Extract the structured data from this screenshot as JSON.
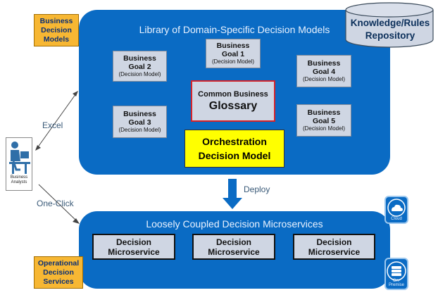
{
  "upper_panel": {
    "title": "Library of Domain-Specific Decision Models"
  },
  "tags": {
    "business_decision_models": [
      "Business",
      "Decision",
      "Models"
    ],
    "operational_decision_services": [
      "Operational",
      "Decision",
      "Services"
    ]
  },
  "repository": {
    "lines": [
      "Knowledge/Rules",
      "Repository"
    ]
  },
  "goals": [
    {
      "title": [
        "Business",
        "Goal 1"
      ],
      "sub": "(Decision Model)"
    },
    {
      "title": [
        "Business",
        "Goal 2"
      ],
      "sub": "(Decision Model)"
    },
    {
      "title": [
        "Business",
        "Goal 3"
      ],
      "sub": "(Decision Model)"
    },
    {
      "title": [
        "Business",
        "Goal 4"
      ],
      "sub": "(Decision Model)"
    },
    {
      "title": [
        "Business",
        "Goal 5"
      ],
      "sub": "(Decision Model)"
    }
  ],
  "glossary": {
    "line1": "Common Business",
    "line2": "Glossary"
  },
  "orchestration": {
    "lines": [
      "Orchestration",
      "Decision Model"
    ]
  },
  "arrows": {
    "deploy": "Deploy",
    "excel": "Excel",
    "one_click": "One-Click"
  },
  "analyst": {
    "caption": [
      "Business",
      "Analysts"
    ]
  },
  "lower_panel": {
    "title": "Loosely Coupled Decision Microservices",
    "microservices": [
      {
        "lines": [
          "Decision",
          "Microservice"
        ]
      },
      {
        "lines": [
          "Decision",
          "Microservice"
        ]
      },
      {
        "lines": [
          "Decision",
          "Microservice"
        ]
      }
    ]
  },
  "badges": {
    "cloud": "Cloud",
    "on_premise": "On-Premise"
  },
  "colors": {
    "panel_blue": "#0a6bc4",
    "tag_orange": "#f7b733",
    "highlight_yellow": "#ffff00",
    "glossary_border": "#d4232b"
  }
}
